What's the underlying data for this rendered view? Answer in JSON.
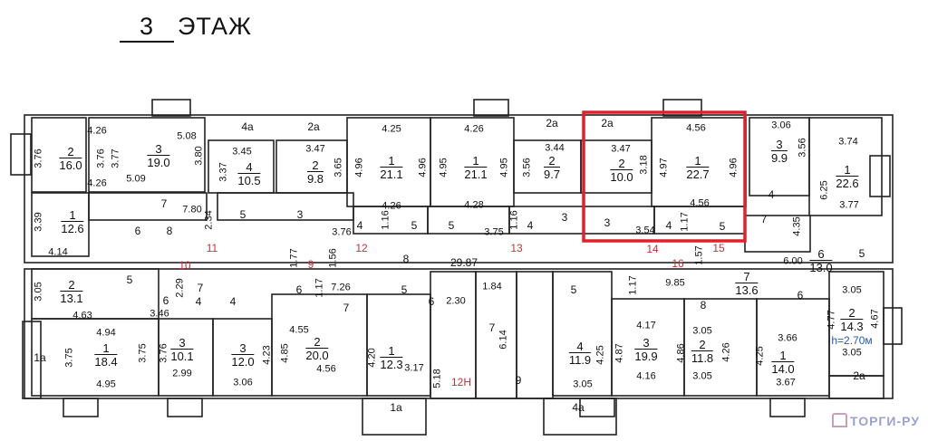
{
  "header": {
    "floor_number": "3",
    "floor_label": "ЭТАЖ"
  },
  "highlight_color": "#e0202a",
  "ceiling_height": "h=2.70м",
  "watermark": "ТОРГИ-РУ",
  "corridor": {
    "number": "8",
    "length": "29.87"
  },
  "rooms": [
    {
      "n": "2",
      "a": "16.0"
    },
    {
      "n": "3",
      "a": "19.0"
    },
    {
      "n": "4",
      "a": "10.5"
    },
    {
      "n": "2",
      "a": "9.8"
    },
    {
      "n": "1",
      "a": "21.1"
    },
    {
      "n": "1",
      "a": "21.1"
    },
    {
      "n": "2",
      "a": "9.7"
    },
    {
      "n": "2",
      "a": "10.0"
    },
    {
      "n": "1",
      "a": "22.7"
    },
    {
      "n": "3",
      "a": "9.9"
    },
    {
      "n": "1",
      "a": "22.6"
    },
    {
      "n": "1",
      "a": "12.6"
    },
    {
      "n": "6",
      "a": "13.0"
    },
    {
      "n": "2",
      "a": "13.1"
    },
    {
      "n": "1",
      "a": "18.4"
    },
    {
      "n": "3",
      "a": "10.1"
    },
    {
      "n": "3",
      "a": "12.0"
    },
    {
      "n": "2",
      "a": "20.0"
    },
    {
      "n": "1",
      "a": "12.3"
    },
    {
      "n": "4",
      "a": "11.9"
    },
    {
      "n": "3",
      "a": "19.9"
    },
    {
      "n": "2",
      "a": "11.8"
    },
    {
      "n": "1",
      "a": "14.0"
    },
    {
      "n": "7",
      "a": "13.6"
    },
    {
      "n": "2",
      "a": "14.3"
    }
  ],
  "small_rooms": [
    "7",
    "6",
    "8",
    "5",
    "3",
    "4",
    "5",
    "5",
    "4",
    "3",
    "3",
    "4",
    "5",
    "7",
    "4",
    "5",
    "5",
    "6",
    "7",
    "4",
    "4",
    "6",
    "7",
    "5",
    "6",
    "7",
    "9",
    "5",
    "8",
    "6",
    "1а",
    "1а",
    "4а",
    "2а",
    "4а",
    "2а",
    "2а",
    "2а"
  ],
  "markers": [
    "10",
    "11",
    "12",
    "13",
    "14",
    "15",
    "16",
    "9",
    "12Н"
  ],
  "dimensions": [
    "4.26",
    "3.76",
    "3.76",
    "4.26",
    "3.77",
    "5.08",
    "5.09",
    "3.80",
    "3.45",
    "3.37",
    "3.47",
    "3.65",
    "4.25",
    "4.96",
    "4.96",
    "4.26",
    "4.26",
    "4.95",
    "4.95",
    "4.28",
    "3.56",
    "3.44",
    "3.47",
    "3.18",
    "4.56",
    "4.97",
    "4.96",
    "4.56",
    "3.06",
    "3.56",
    "3.74",
    "6.25",
    "3.77",
    "3.39",
    "4.14",
    "7.80",
    "2.34",
    "3.76",
    "3.75",
    "3.54",
    "4.35",
    "6.00",
    "1.77",
    "1.56",
    "1.57",
    "1.16",
    "1.16",
    "1.17",
    "3.05",
    "4.63",
    "3.46",
    "2.29",
    "4.94",
    "3.75",
    "3.75",
    "4.95",
    "3.76",
    "2.99",
    "4.23",
    "3.06",
    "4.85",
    "4.55",
    "4.56",
    "7.26",
    "1.17",
    "4.20",
    "3.17",
    "2.30",
    "5.18",
    "1.84",
    "6.14",
    "4.25",
    "3.05",
    "1.17",
    "9.85",
    "4.17",
    "4.87",
    "4.86",
    "4.16",
    "3.05",
    "4.26",
    "3.05",
    "4.25",
    "3.66",
    "3.67",
    "3.05",
    "4.77",
    "4.67",
    "3.05"
  ]
}
